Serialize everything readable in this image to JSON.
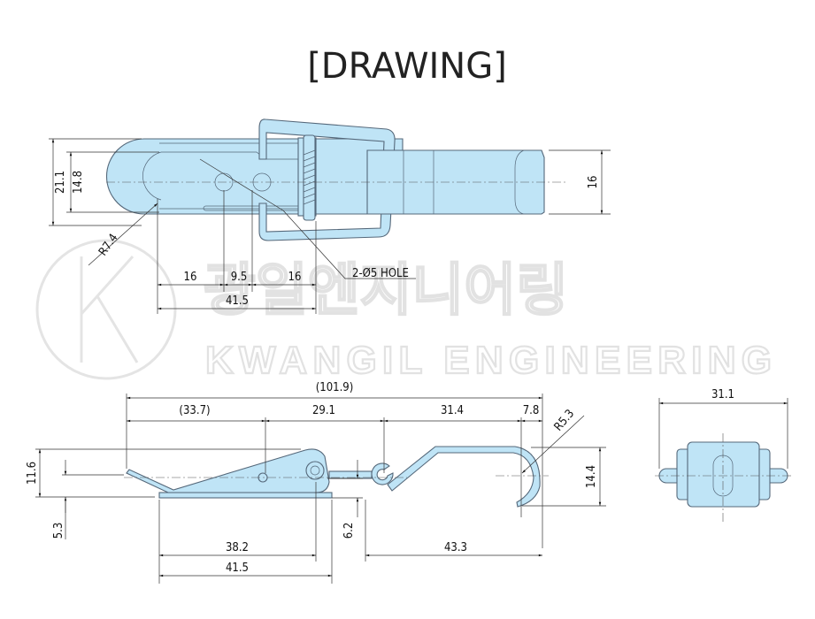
{
  "title": "[DRAWING]",
  "watermark": {
    "korean": "광일엔지니어링",
    "english": "KWANGIL ENGINEERING",
    "logo_letter": "K"
  },
  "top_view": {
    "height_outer": "21.1",
    "height_inner": "14.8",
    "radius": "R7.4",
    "strap_width": "16",
    "dim_a": "16",
    "dim_b": "9.5",
    "dim_c": "16",
    "overall": "41.5",
    "hole_note": "2-Ø5 HOLE"
  },
  "side_view": {
    "overall_length": "(101.9)",
    "lever_length": "(33.7)",
    "pivot_to_hook": "29.1",
    "hook_span": "31.4",
    "hook_tip": "7.8",
    "hook_radius": "R5.3",
    "height_total": "11.6",
    "base_height": "5.3",
    "hook_height": "14.4",
    "pivot_height": "6.2",
    "base_hole_span": "38.2",
    "base_length": "41.5",
    "hook_reach": "43.3"
  },
  "end_view": {
    "width": "31.1"
  }
}
